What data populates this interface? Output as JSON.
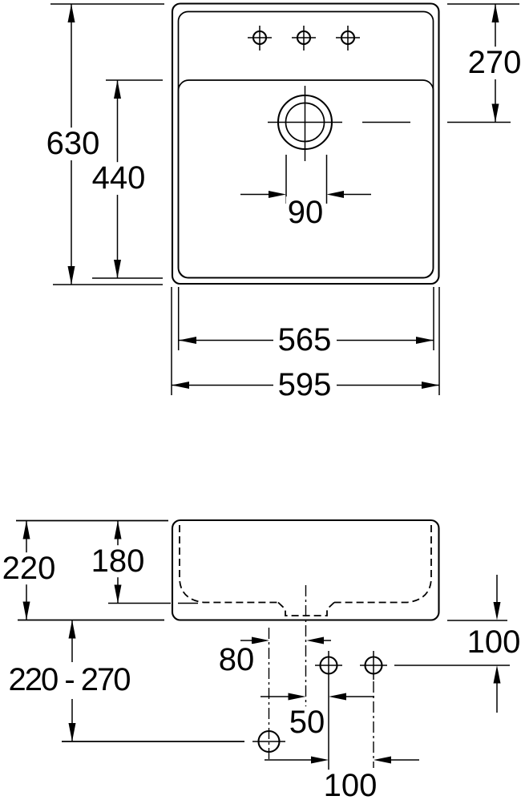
{
  "document": {
    "type": "sink technical dimension drawing",
    "units": "mm"
  },
  "colors": {
    "line": "#000000",
    "background": "#ffffff"
  },
  "views": {
    "plan": {
      "dims": {
        "overall_length": "630",
        "bowl_length": "440",
        "tap_ledge_depth": "270",
        "drain_offset": "90",
        "bowl_width": "565",
        "overall_width": "595"
      }
    },
    "section": {
      "dims": {
        "overall_height": "220",
        "bowl_depth": "180",
        "hole_drop": "100",
        "hole_offset_left": "80",
        "outlet_height_range": "220 - 270",
        "hole_offset_center": "50",
        "hole_spacing": "100"
      }
    }
  }
}
